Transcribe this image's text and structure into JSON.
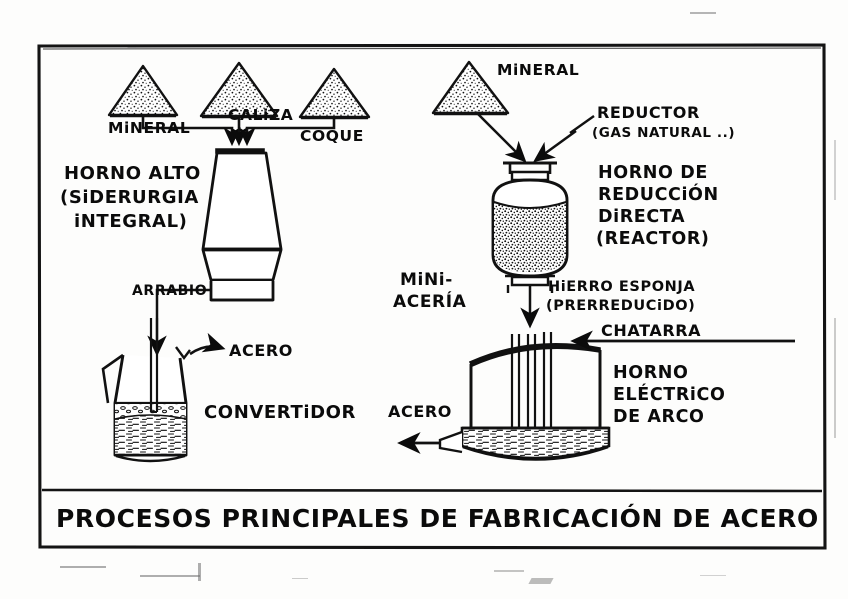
{
  "document": {
    "title": "PROCESOS  PRINCIPALES  DE FABRICACIÓN  DE ACERO",
    "kind": "hand-drawn-diagram",
    "language": "es",
    "ink_color": "#0b0b0b",
    "paper_color": "#fdfdfc"
  },
  "left_process": {
    "name": "HORNO ALTO",
    "heading_lines": [
      "HORNO ALTO",
      "(SiDERURGIA",
      "iNTEGRAL)"
    ],
    "raw_materials": [
      {
        "label": "MiNERAL",
        "pile": "cone-stockpile"
      },
      {
        "label": "CALiZA",
        "pile": "cone-stockpile"
      },
      {
        "label": "COQUE",
        "pile": "cone-stockpile"
      }
    ],
    "intermediate_product": "ARRABIO",
    "vessel": "CONVERTiDOR",
    "output": "ACERO"
  },
  "right_process": {
    "name": "MINI-ACERÍA",
    "route_lines": [
      "MiNi-",
      "ACERÍA"
    ],
    "raw_material": "MiNERAL",
    "reductor_lines": [
      "REDUCTOR",
      "(GAS NATURAL ..)"
    ],
    "reactor_lines": [
      "HORNO DE",
      "REDUCCiÓN",
      "DiRECTA",
      "(REACTOR)"
    ],
    "intermediate_lines": [
      "HiERRO ESPONJA",
      "(PRERREDUCiDO)"
    ],
    "scrap": "CHATARRA",
    "furnace_lines": [
      "HORNO",
      "ELÉCTRiCO",
      "DE ARCO"
    ],
    "output": "ACERO"
  }
}
